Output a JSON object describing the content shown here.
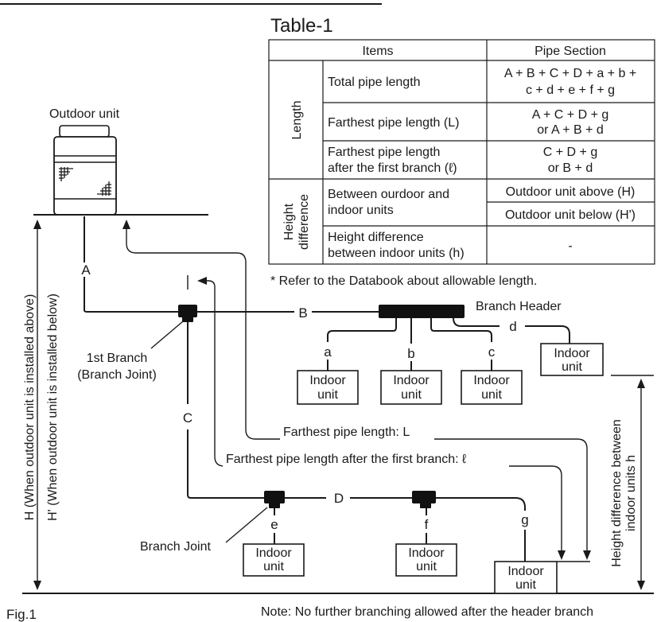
{
  "figure_label": "Fig.1",
  "outdoor_unit_label": "Outdoor unit",
  "first_branch_label": [
    "1st Branch",
    "(Branch Joint)"
  ],
  "branch_joint_label": "Branch Joint",
  "branch_header_label": "Branch Header",
  "indoor_unit_label": [
    "Indoor",
    "unit"
  ],
  "pipe_letters": {
    "A": "A",
    "B": "B",
    "C": "C",
    "D": "D",
    "a": "a",
    "b": "b",
    "c": "c",
    "d": "d",
    "e": "e",
    "f": "f",
    "g": "g"
  },
  "farthest_L_label": "Farthest pipe length: L",
  "farthest_l_label": "Farthest pipe length after the first branch: ℓ",
  "height_H_label": "H (When outdoor unit is installed above)",
  "height_H2_label": "H' (When outdoor unit is installed below)",
  "height_h_label": [
    "Height difference between",
    "indoor units h"
  ],
  "note": "Note: No further branching allowed after the header branch",
  "table": {
    "title": "Table-1",
    "header": {
      "items": "Items",
      "pipe_section": "Pipe Section"
    },
    "groups": {
      "length": "Length",
      "height": [
        "Height",
        "difference"
      ]
    },
    "rows": {
      "total_item": "Total pipe length",
      "total_value": [
        "A + B + C + D + a + b +",
        "c + d + e + f + g"
      ],
      "farthest_item": "Farthest pipe length (L)",
      "farthest_value": [
        "A + C + D + g",
        "or A + B + d"
      ],
      "after_item": [
        "Farthest pipe length",
        "after the first branch (ℓ)"
      ],
      "after_value": [
        "C + D + g",
        "or B + d"
      ],
      "between_item": [
        "Between ourdoor and",
        "indoor units"
      ],
      "above_value": "Outdoor unit above (H)",
      "below_value": "Outdoor unit below (H')",
      "indoor_item": [
        "Height difference",
        "between indoor units (h)"
      ],
      "indoor_value": "-"
    },
    "footnote": "* Refer to the Databook about allowable length."
  }
}
